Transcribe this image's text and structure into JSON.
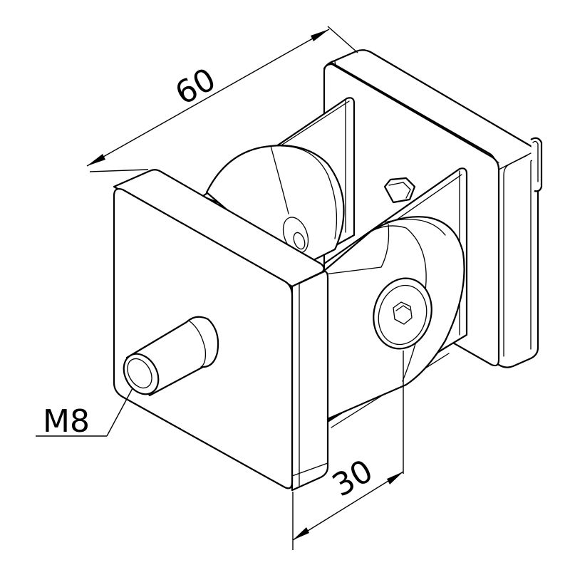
{
  "figure": {
    "description_type": "technical-isometric-line-drawing",
    "colors": {
      "line": "#000000",
      "background": "#ffffff"
    }
  },
  "dimensions": {
    "overall_length": "60",
    "hinge_offset": "30",
    "thread": "M8"
  }
}
